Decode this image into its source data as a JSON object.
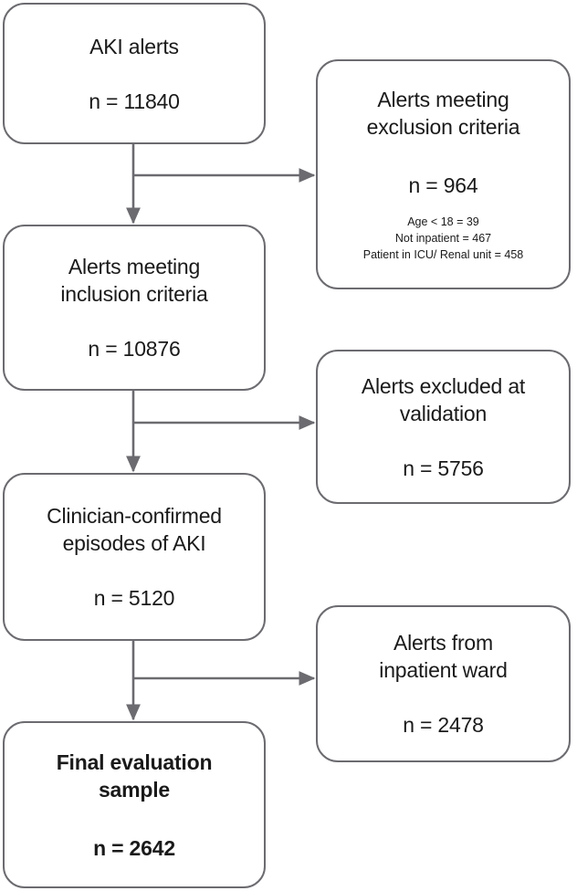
{
  "diagram": {
    "type": "flowchart",
    "orientation": "vertical-with-right-branches",
    "style": {
      "border_color": "#6b6b70",
      "connector_color": "#6b6b70",
      "background": "#ffffff",
      "text_color": "#1a1a1a"
    }
  },
  "nodes": {
    "aki_alerts": {
      "title": "AKI alerts",
      "count": "n = 11840"
    },
    "exclusion_criteria": {
      "title": "Alerts meeting\nexclusion criteria",
      "count": "n = 964",
      "details": [
        "Age < 18 = 39",
        "Not inpatient = 467",
        "Patient in ICU/ Renal unit = 458"
      ]
    },
    "inclusion_criteria": {
      "title": "Alerts meeting\ninclusion criteria",
      "count": "n = 10876"
    },
    "excluded_validation": {
      "title": "Alerts excluded at\nvalidation",
      "count": "n = 5756"
    },
    "clinician_confirmed": {
      "title": "Clinician-confirmed\nepisodes of AKI",
      "count": "n = 5120"
    },
    "inpatient_ward": {
      "title": "Alerts from\ninpatient ward",
      "count": "n = 2478"
    },
    "final_sample": {
      "title": "Final evaluation\nsample",
      "count": "n = 2642"
    }
  },
  "edges": [
    {
      "name": "aki-alerts-to-inclusion",
      "from": "aki_alerts",
      "to": "inclusion_criteria",
      "direction": "down"
    },
    {
      "name": "aki-alerts-to-exclusion",
      "from": "aki_alerts",
      "to": "exclusion_criteria",
      "direction": "right"
    },
    {
      "name": "inclusion-to-clinician",
      "from": "inclusion_criteria",
      "to": "clinician_confirmed",
      "direction": "down"
    },
    {
      "name": "inclusion-to-excluded-validation",
      "from": "inclusion_criteria",
      "to": "excluded_validation",
      "direction": "right"
    },
    {
      "name": "clinician-to-final",
      "from": "clinician_confirmed",
      "to": "final_sample",
      "direction": "down"
    },
    {
      "name": "clinician-to-inpatient-ward",
      "from": "clinician_confirmed",
      "to": "inpatient_ward",
      "direction": "right"
    }
  ]
}
